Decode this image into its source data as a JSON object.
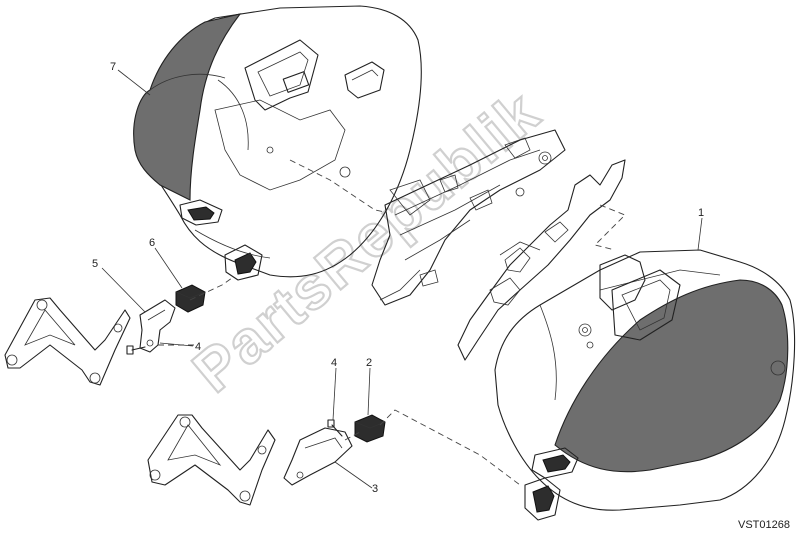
{
  "watermark": "PartsRepublik",
  "drawing_code": "VST01268",
  "callouts": [
    {
      "id": "callout-1",
      "label": "1"
    },
    {
      "id": "callout-2",
      "label": "2"
    },
    {
      "id": "callout-3",
      "label": "3"
    },
    {
      "id": "callout-4a",
      "label": "4"
    },
    {
      "id": "callout-4b",
      "label": "4"
    },
    {
      "id": "callout-5",
      "label": "5"
    },
    {
      "id": "callout-6",
      "label": "6"
    },
    {
      "id": "callout-7",
      "label": "7"
    }
  ],
  "colors": {
    "lid": "#6e6e6e",
    "line": "#222222",
    "pad": "#2d2d2d"
  }
}
